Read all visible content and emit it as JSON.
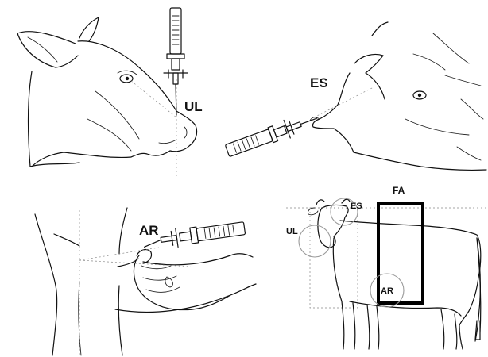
{
  "panels": {
    "top_left": {
      "site_label": "UL"
    },
    "top_right": {
      "site_label": "ES"
    },
    "bottom_left": {
      "site_label": "AR"
    },
    "bottom_right": {
      "area_label": "FA",
      "site_labels": {
        "es": "ES",
        "ul": "UL",
        "ar": "AR"
      }
    }
  }
}
